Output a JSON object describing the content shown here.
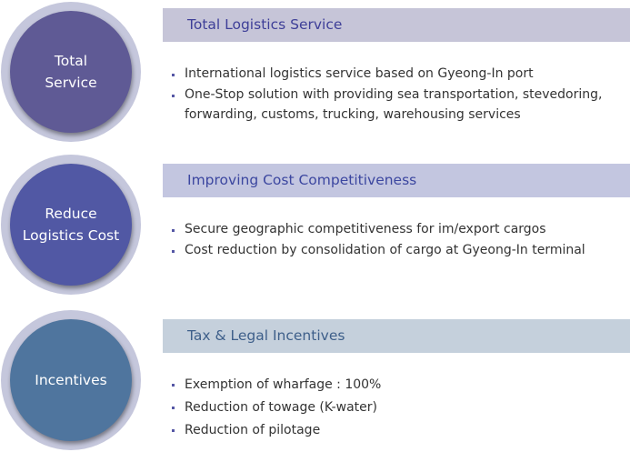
{
  "sections": [
    {
      "circle": "Total\nService",
      "circle_lines": [
        "Total",
        "Service"
      ],
      "title": "Total Logistics Service",
      "bullets": [
        "International logistics service based on Gyeong-In port",
        "One-Stop solution with providing sea transportation, stevedoring, forwarding, customs, trucking, warehousing services"
      ]
    },
    {
      "circle_lines": [
        "Reduce",
        "Logistics Cost"
      ],
      "title": "Improving Cost Competitiveness",
      "bullets": [
        "Secure geographic competitiveness for im/export cargos",
        "Cost reduction by consolidation of cargo at Gyeong-In terminal"
      ]
    },
    {
      "circle_lines": [
        "Incentives"
      ],
      "title": "Tax & Legal Incentives",
      "bullets": [
        "Exemption of wharfage : 100%",
        "Reduction of towage (K-water)",
        "Reduction of pilotage"
      ]
    }
  ],
  "colors": {
    "ring": "#c5c7dc",
    "circle1": "#5f5a95",
    "circle2": "#5158a4",
    "circle3": "#4f759e",
    "bar1": "#c6c5d8",
    "bar2": "#c3c6e0",
    "bar3": "#c5d0dc"
  }
}
